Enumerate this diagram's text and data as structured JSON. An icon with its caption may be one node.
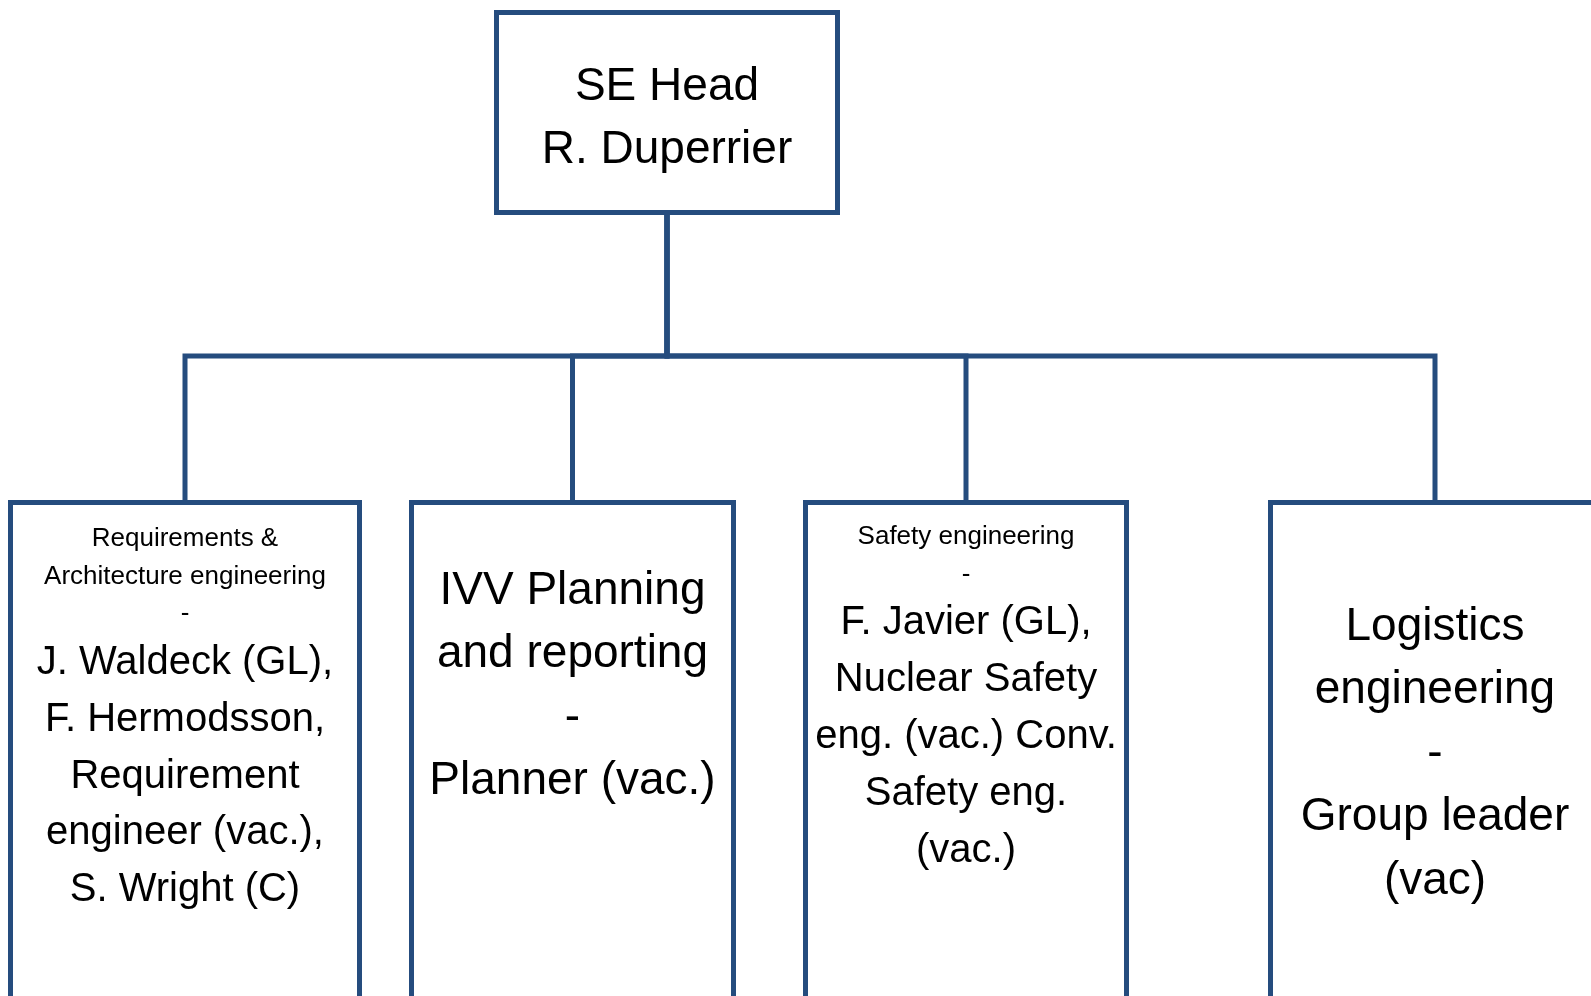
{
  "diagram": {
    "nodes": [
      {
        "text": [
          "SE Head",
          "R. Duperrier"
        ]
      },
      {
        "text": [
          "Requirements & Architecture engineering",
          "-",
          "J. Waldeck (GL), F. Hermodsson, Requirement engineer (vac.), S. Wright (C)"
        ]
      },
      {
        "text": [
          "IVV Planning and reporting",
          "-",
          "Planner (vac.)"
        ]
      },
      {
        "text": [
          "Safety engineering",
          "-",
          "F. Javier (GL), Nuclear Safety eng. (vac.) Conv. Safety eng. (vac.)"
        ]
      },
      {
        "text": [
          "Logistics engineering",
          "-",
          "Group leader (vac)"
        ]
      }
    ],
    "edges": [
      {
        "from": 0,
        "to": 1,
        "arrow": "none"
      },
      {
        "from": 0,
        "to": 2,
        "arrow": "none"
      },
      {
        "from": 0,
        "to": 3,
        "arrow": "none"
      },
      {
        "from": 0,
        "to": 4,
        "arrow": "none"
      }
    ]
  }
}
